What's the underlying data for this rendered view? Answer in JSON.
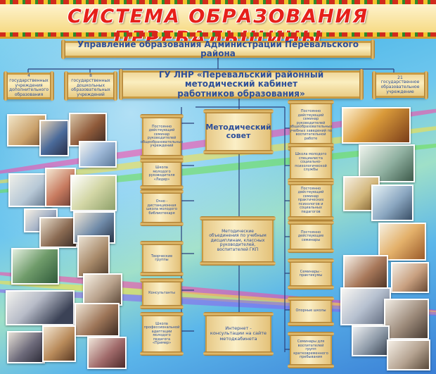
{
  "title": "СИСТЕМА ОБРАЗОВАНИЯ ПЕРЕВАЛЬЩИНЫ",
  "top_scroll": "Управление образования Администрации Перевальского района",
  "main_scroll_line1": "ГУ ЛНР «Перевальский районный методический кабинет",
  "main_scroll_line2": "работников образования»",
  "left_boxes": [
    "4 государственных учреждения дополнительного образования",
    "8 государственных дошкольных образовательных учреждений"
  ],
  "right_box": "21 государственное образовательное учреждение",
  "center_boxes": [
    "Методический совет",
    "Методические объединения по учебным дисциплинам, классных руководителей, воспитателей ГКП",
    "Интернет - консультации на сайте методкабинета"
  ],
  "left_column": [
    "Постоянно действующий семинар руководителей общеобразовательных учреждений",
    "Школа молодого руководителя «Лидер»",
    "Очно - дистанционная школа молодого библиотекаря",
    "Творческие группы",
    "Консультанты",
    "Школа профессиональной адаптации молодого педагога «Пример»"
  ],
  "right_column": [
    "Постоянно действующий семинар руководителей общеобразовательных учебных заведений по воспитательной работе",
    "Школа молодого специалиста социально-психологической службы",
    "Постоянно действующий семинар практических психологов и социальных педагогов",
    "Постоянно действующие семинары",
    "Семинары - практикумы",
    "Опорные школы",
    "Семинары для воспитателей групп кратковременного пребывания"
  ],
  "colors": {
    "title": "#e6201a",
    "scroll_text": "#2d4f9a",
    "connector": "#2a3f7a",
    "parchment": "#fbeebf"
  }
}
